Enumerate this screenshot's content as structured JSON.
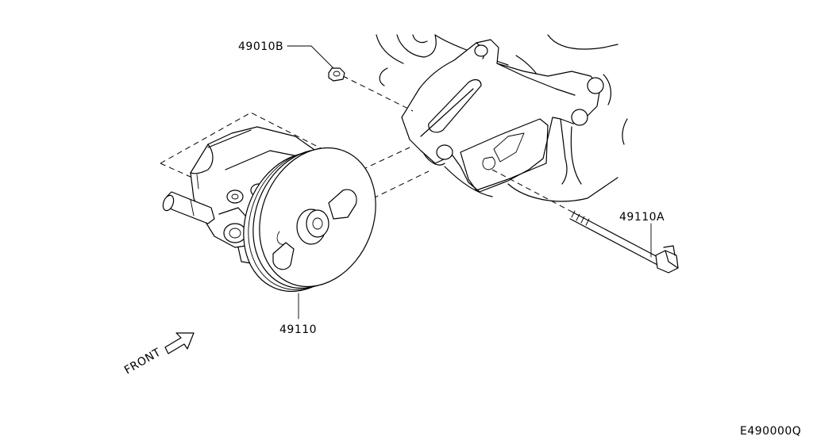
{
  "callouts": {
    "nut": "49010B",
    "pump": "49110",
    "bolt": "49110A"
  },
  "front_label": "FRONT",
  "figure_code": "E490000Q",
  "icons": {
    "front_arrow": "front-arrow-icon"
  }
}
